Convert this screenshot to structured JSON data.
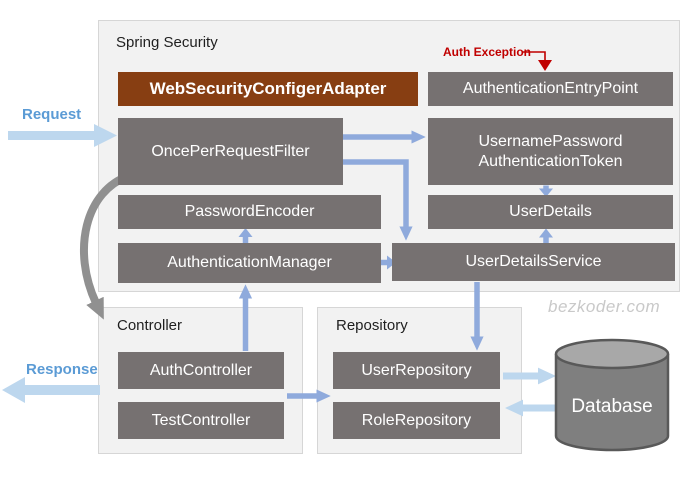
{
  "colors": {
    "box_gray": "#767171",
    "box_brown": "#873E12",
    "container_bg": "#f2f2f2",
    "container_border": "#d6d6d6",
    "arrow_blue": "#8FAADC",
    "arrow_light_blue": "#BDD7EE",
    "label_blue": "#5B9BD5",
    "exception_red": "#C00000",
    "curve_gray": "#909090",
    "db_body": "#7f7f7f",
    "db_top": "#A8A8A8",
    "db_stroke": "#595959",
    "watermark": "#c9c9c9",
    "label_dark": "#1f1f1f"
  },
  "containers": {
    "spring_security": {
      "label": "Spring Security"
    },
    "controller": {
      "label": "Controller"
    },
    "repository": {
      "label": "Repository"
    }
  },
  "boxes": {
    "web_security_configer_adapter": "WebSecurityConfigerAdapter",
    "authentication_entry_point": "AuthenticationEntryPoint",
    "once_per_request_filter": "OncePerRequestFilter",
    "username_password_token": {
      "line1": "UsernamePassword",
      "line2": "AuthenticationToken"
    },
    "password_encoder": "PasswordEncoder",
    "user_details": "UserDetails",
    "authentication_manager": "AuthenticationManager",
    "user_details_service": "UserDetailsService",
    "auth_controller": "AuthController",
    "test_controller": "TestController",
    "user_repository": "UserRepository",
    "role_repository": "RoleRepository",
    "database": "Database"
  },
  "annotations": {
    "auth_exception": "Auth Exception",
    "request": "Request",
    "response": "Response",
    "watermark": "bezkoder.com"
  }
}
